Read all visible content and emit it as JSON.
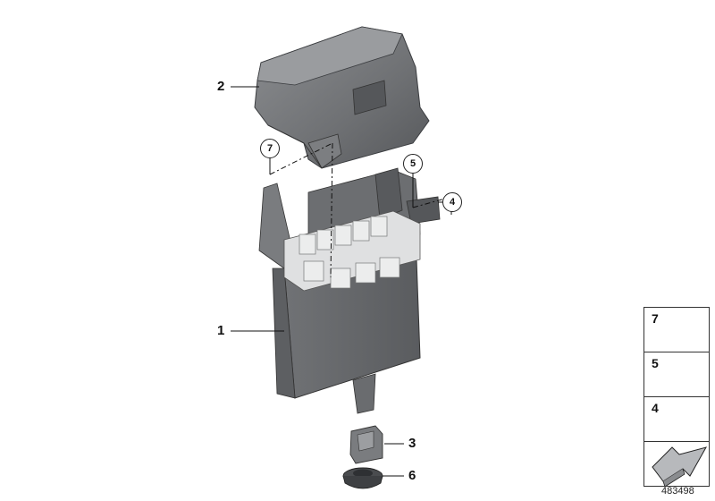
{
  "diagram": {
    "callouts": [
      {
        "id": "2",
        "label": "2"
      },
      {
        "id": "1",
        "label": "1"
      },
      {
        "id": "3",
        "label": "3"
      },
      {
        "id": "6",
        "label": "6"
      }
    ],
    "circled_refs": [
      {
        "id": "7",
        "label": "7"
      },
      {
        "id": "5",
        "label": "5"
      },
      {
        "id": "4",
        "label": "4"
      }
    ],
    "legend": [
      {
        "num": "7",
        "icon": "screw-icon"
      },
      {
        "num": "5",
        "icon": "plastic-rivet-icon"
      },
      {
        "num": "4",
        "icon": "nut-clip-icon"
      },
      {
        "num": "",
        "icon": "arrow-icon"
      }
    ],
    "document_number": "483498",
    "colors": {
      "part_dark": "#6b6d70",
      "part_mid": "#8a8c8f",
      "part_light": "#c4c6c9",
      "fuse_white": "#e6e7e8",
      "line": "#111111"
    }
  }
}
